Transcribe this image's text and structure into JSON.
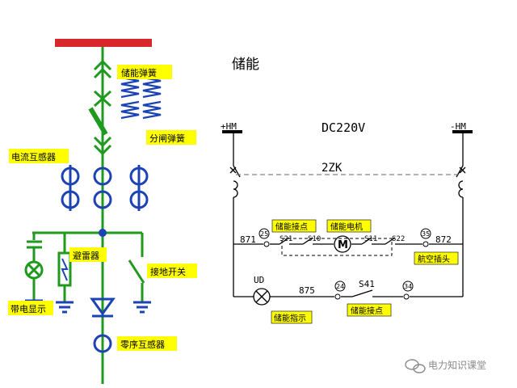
{
  "single_line": {
    "labels": {
      "energy_spring": "储能弹簧",
      "opening_spring": "分闸弹簧",
      "current_transformer": "电流互感器",
      "surge_arrester": "避雷器",
      "earthing_switch": "接地开关",
      "live_indicator": "带电显示",
      "zero_seq_ct": "零序互感器"
    }
  },
  "circuit": {
    "title": "储能",
    "supply": "DC220V",
    "pos_terminal": "+HM",
    "neg_terminal": "-HM",
    "breaker": "2ZK",
    "terminals": {
      "t871": "871",
      "t872": "872",
      "t875": "875",
      "n25": "25",
      "n35": "35",
      "n24": "24",
      "n34": "34"
    },
    "contacts": {
      "s21": "S21",
      "s10": "S10",
      "s11": "S11",
      "s22": "S22",
      "s41": "S41"
    },
    "motor_symbol": "M",
    "lamp": "UD",
    "labels": {
      "energy_contact_top": "储能接点",
      "motor": "储能电机",
      "aviation_plug": "航空插头",
      "indicator": "储能指示",
      "energy_contact_bottom": "储能接点"
    }
  },
  "watermark": "电力知识课堂",
  "colors": {
    "busbar": "#d9262b",
    "main_line": "#1f9a1f",
    "ct_blue": "#1c43b5",
    "label_bg": "#ffff00",
    "wire": "#000000",
    "dashed": "#666666"
  }
}
